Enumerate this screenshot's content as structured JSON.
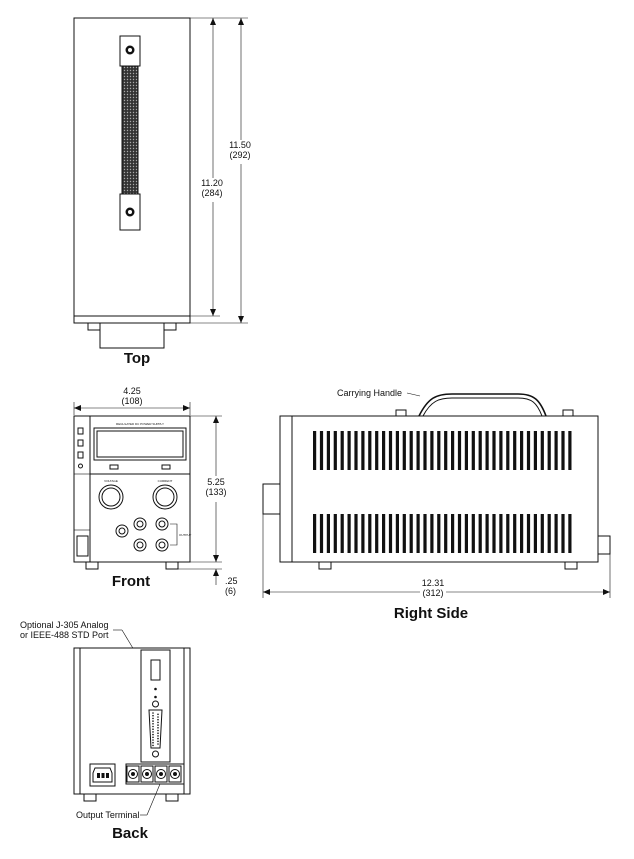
{
  "views": {
    "top": {
      "label": "Top",
      "dim_outer": {
        "value": "11.50",
        "metric": "(292)"
      },
      "dim_inner": {
        "value": "11.20",
        "metric": "(284)"
      }
    },
    "front": {
      "label": "Front",
      "dim_width": {
        "value": "4.25",
        "metric": "(108)"
      },
      "dim_height": {
        "value": "5.25",
        "metric": "(133)"
      },
      "dim_feet": {
        "value": ".25",
        "metric": "(6)"
      },
      "panel_title": "REGULATED DC POWER SUPPLY",
      "knob_left_label": "VOLTAGE",
      "knob_right_label": "CURRENT",
      "output_label": "OUTPUT"
    },
    "right_side": {
      "label": "Right Side",
      "dim_length": {
        "value": "12.31",
        "metric": "(312)"
      },
      "callout_handle": "Carrying Handle"
    },
    "back": {
      "label": "Back",
      "callout_port_line1": "Optional J-305 Analog",
      "callout_port_line2": "or IEEE-488 STD Port",
      "callout_terminal": "Output Terminal"
    }
  }
}
